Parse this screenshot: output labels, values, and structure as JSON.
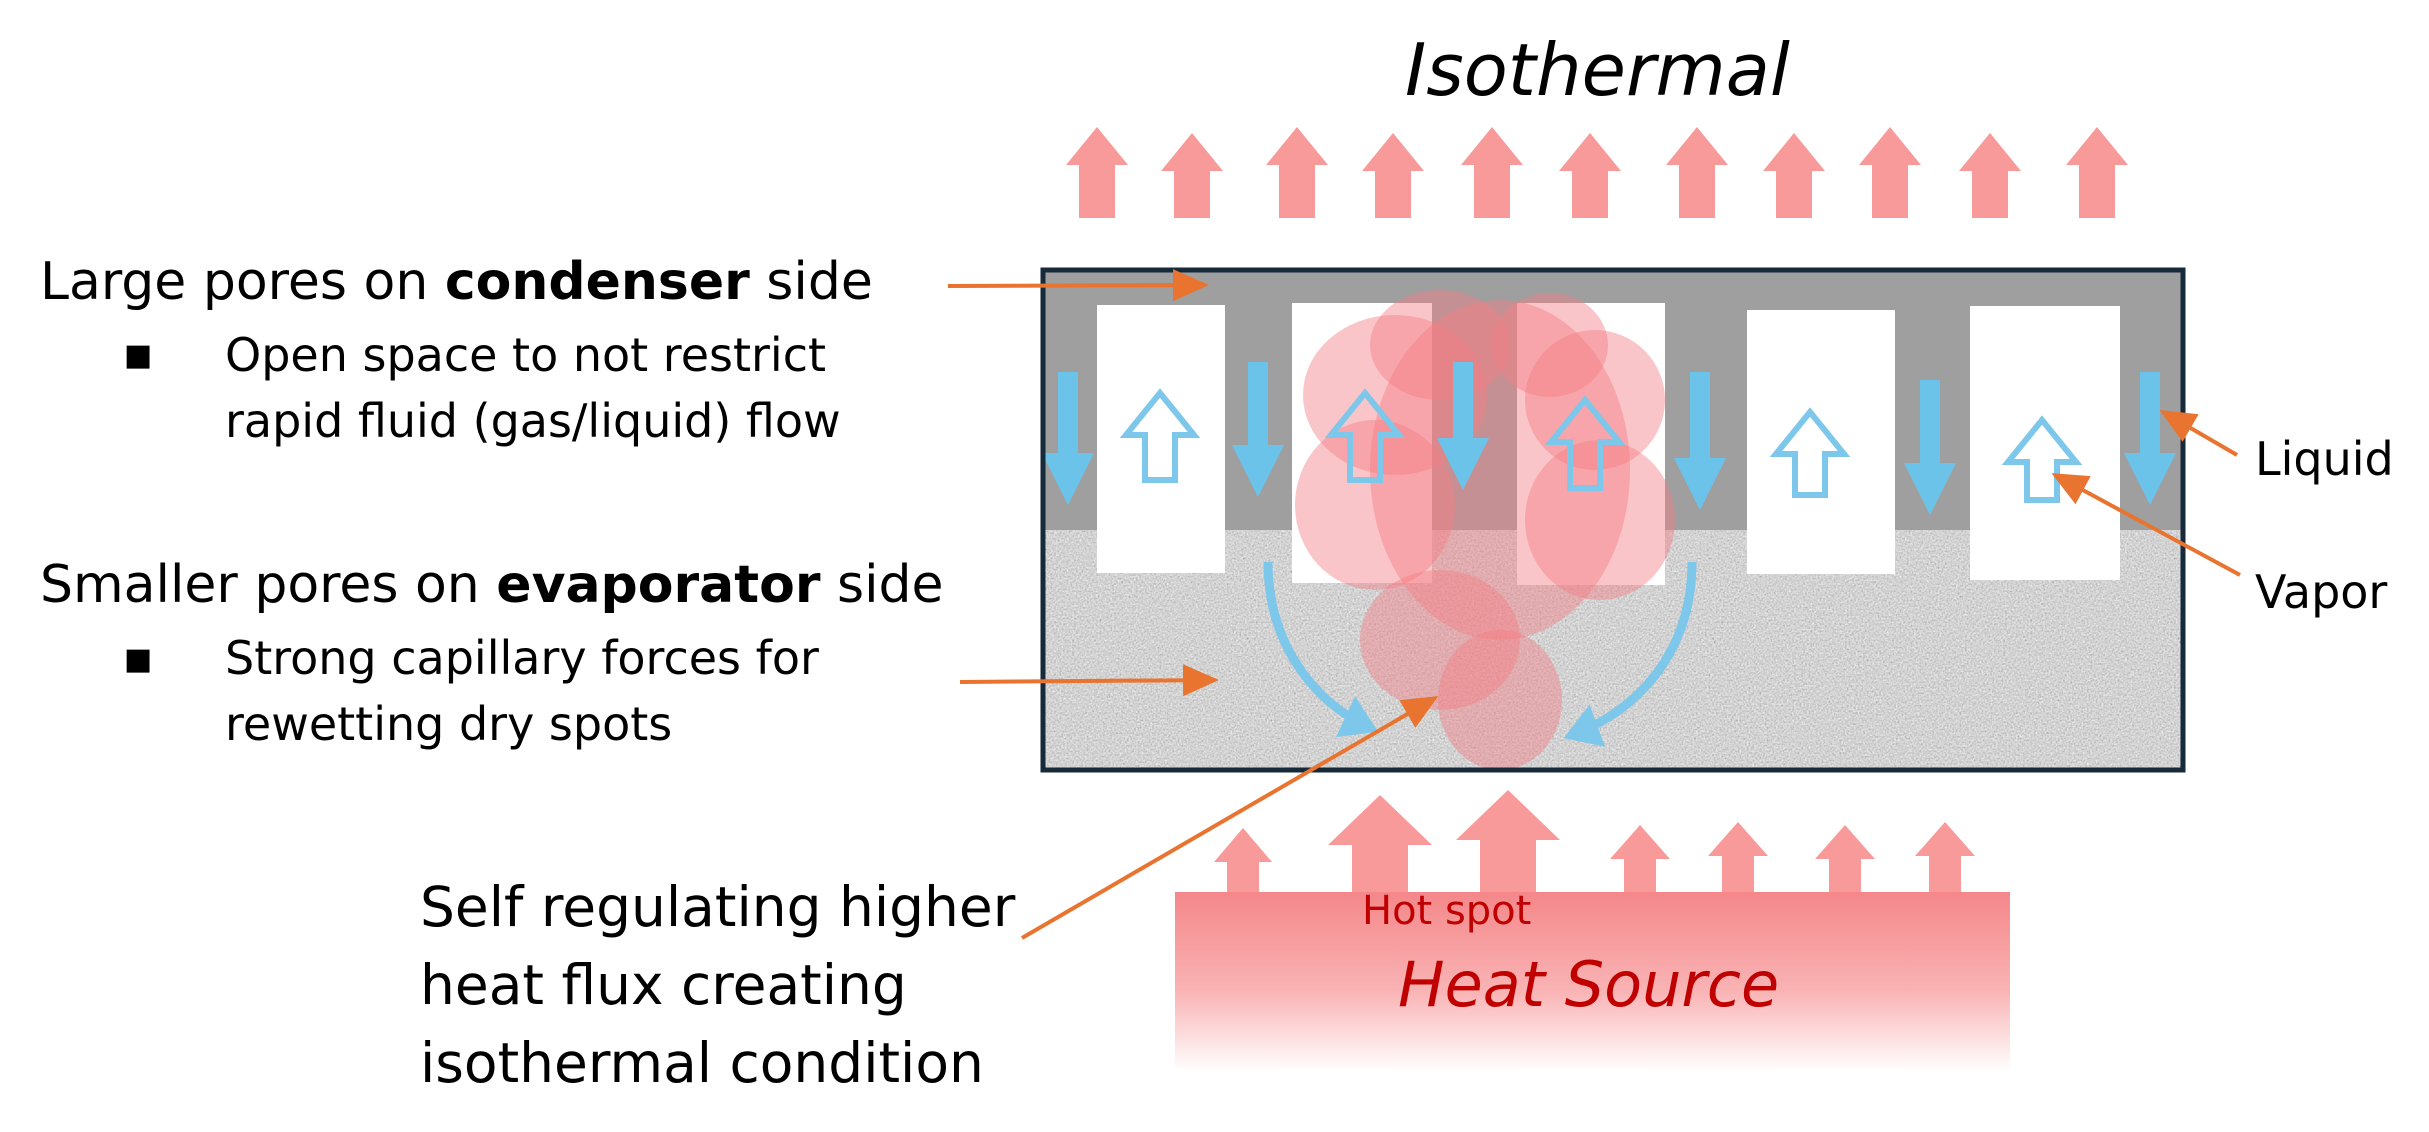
{
  "title": "Isothermal",
  "left_panel": {
    "condenser": {
      "prefix": "Large pores on ",
      "bold": "condenser",
      "suffix": " side",
      "bullet_lines": [
        "Open space to not restrict",
        "rapid fluid (gas/liquid) flow"
      ]
    },
    "evaporator": {
      "prefix": "Smaller pores on ",
      "bold": "evaporator",
      "suffix": " side",
      "bullet_lines": [
        "Strong capillary forces for",
        "rewetting dry spots"
      ]
    },
    "callout_lines": [
      "Self regulating higher",
      "heat flux creating",
      "isothermal condition"
    ]
  },
  "right_labels": {
    "liquid": "Liquid",
    "vapor": "Vapor"
  },
  "heat_source": {
    "hot_spot": "Hot spot",
    "label": "Heat Source"
  },
  "colors": {
    "heat_arrow": "#f89a9a",
    "liquid": "#6cc3ea",
    "annotation": "#e8742f",
    "frame": "#172a3a",
    "hot_text": "#c00000"
  }
}
